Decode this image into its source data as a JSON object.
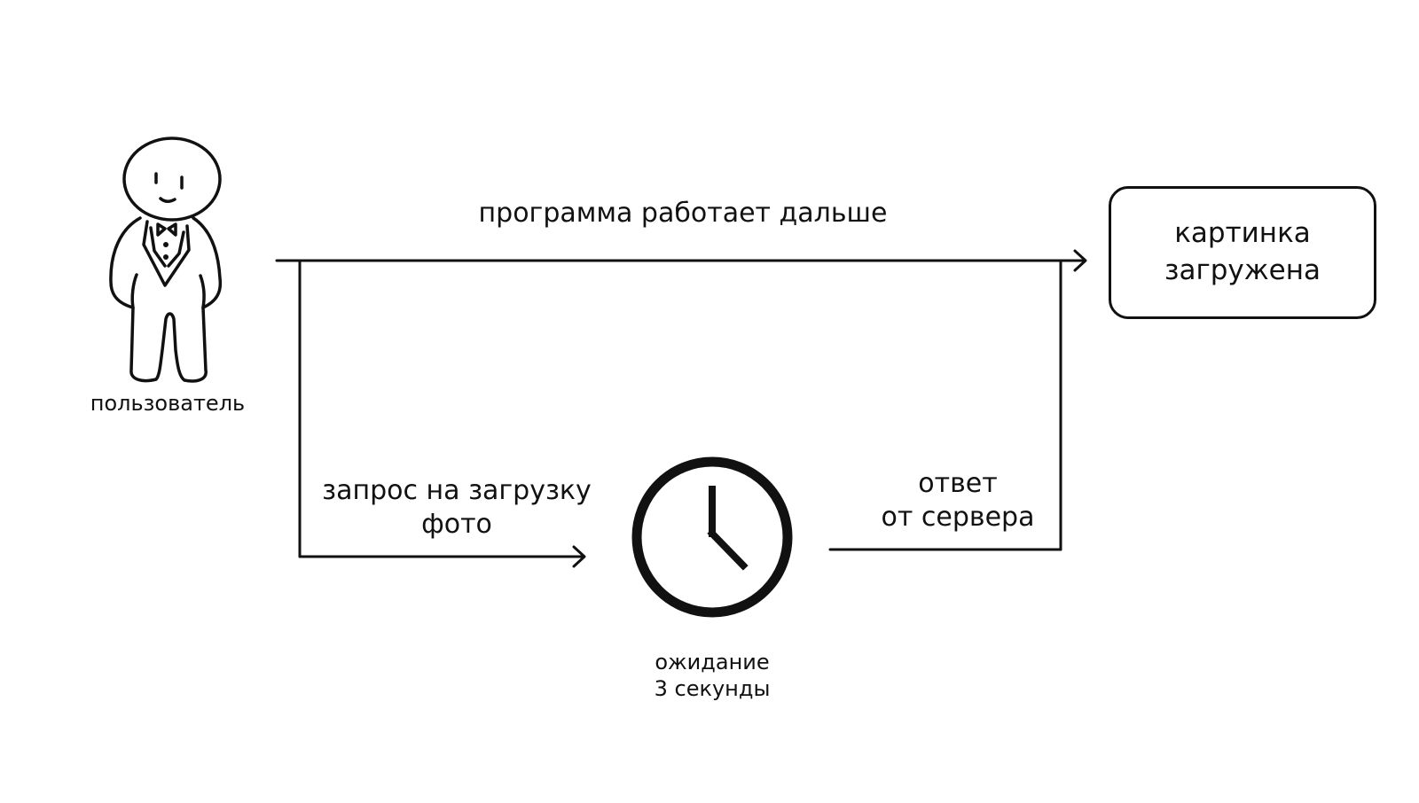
{
  "diagram": {
    "user_label": "пользователь",
    "main_flow_label": "программа работает дальше",
    "request_label": [
      "запрос на загрузку",
      "фото"
    ],
    "wait_label": [
      "ожидание",
      "3 секунды"
    ],
    "response_label": [
      "ответ",
      "от сервера"
    ],
    "result_label": [
      "картинка",
      "загружена"
    ]
  }
}
